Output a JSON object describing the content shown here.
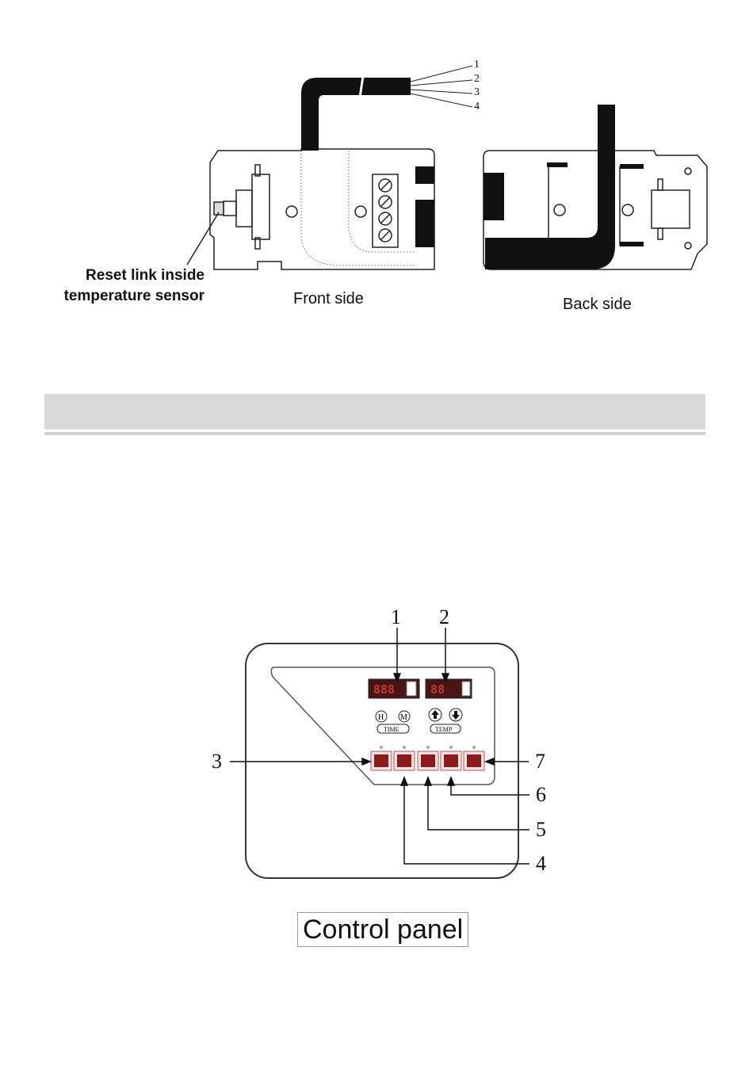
{
  "sensor_figure": {
    "wire_numbers": [
      "1",
      "2",
      "3",
      "4"
    ],
    "reset_label_line1": "Reset link inside",
    "reset_label_line2": "temperature sensor",
    "front_label": "Front side",
    "back_label": "Back side"
  },
  "section_band": {
    "text": ""
  },
  "control_panel": {
    "callouts": [
      "1",
      "2",
      "3",
      "4",
      "5",
      "6",
      "7"
    ],
    "time_display": "888",
    "temp_display": "88",
    "btn_h": "H",
    "btn_m": "M",
    "time_label": "TIME",
    "temp_label": "TEMP",
    "caption": "Control panel"
  },
  "colors": {
    "band": "#d9d9d9",
    "button": "#8b1a1a",
    "lcd_bg": "#4a1414",
    "lcd_digit": "#c43a2f"
  }
}
